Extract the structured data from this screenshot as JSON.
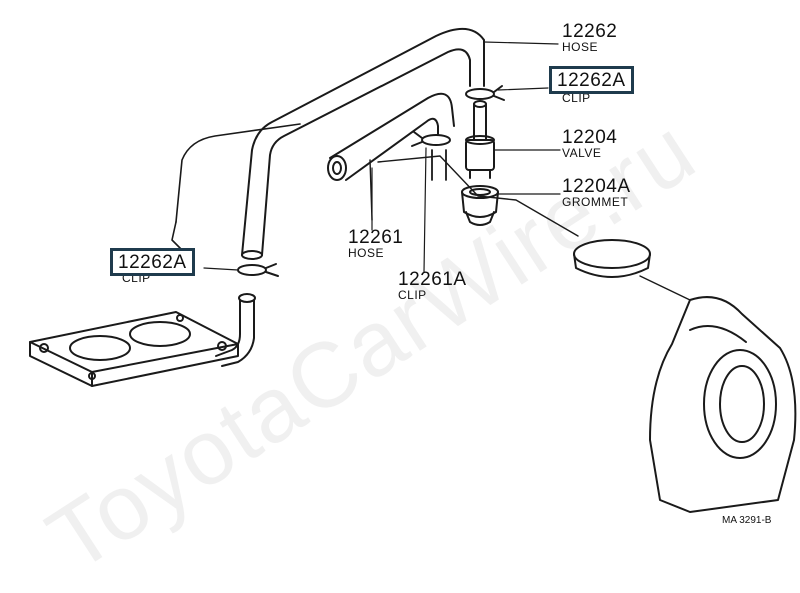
{
  "watermark": "ToyotaCarWire.ru",
  "ref_code": "MA 3291-B",
  "parts": {
    "hose_top": {
      "number": "12262",
      "name": "HOSE"
    },
    "clip_top": {
      "number": "12262A",
      "name": "CLIP"
    },
    "valve": {
      "number": "12204",
      "name": "VALVE"
    },
    "grommet": {
      "number": "12204A",
      "name": "GROMMET"
    },
    "hose_mid": {
      "number": "12261",
      "name": "HOSE"
    },
    "clip_mid": {
      "number": "12261A",
      "name": "CLIP"
    },
    "clip_left": {
      "number": "12262A",
      "name": "CLIP"
    }
  },
  "colors": {
    "highlight_box": "#1f3b4d",
    "line": "#1a1a1a"
  }
}
